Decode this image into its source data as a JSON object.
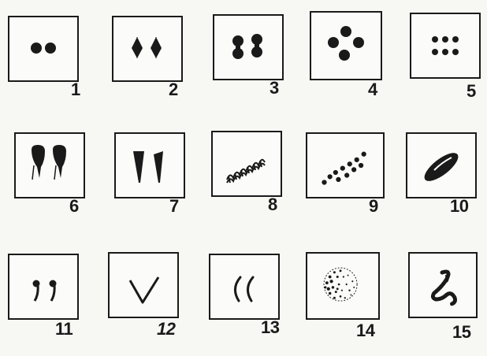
{
  "figures": [
    {
      "label": "1",
      "shape": "two-round-dots"
    },
    {
      "label": "2",
      "shape": "two-diamond-shapes"
    },
    {
      "label": "3",
      "shape": "two-dumbbell-shapes"
    },
    {
      "label": "4",
      "shape": "four-dots-tetrad"
    },
    {
      "label": "5",
      "shape": "six-small-dots"
    },
    {
      "label": "6",
      "shape": "two-club-shapes"
    },
    {
      "label": "7",
      "shape": "two-wedge-shapes"
    },
    {
      "label": "8",
      "shape": "coiled-chromosome"
    },
    {
      "label": "9",
      "shape": "diagonal-dotted-line"
    },
    {
      "label": "10",
      "shape": "elongated-oval"
    },
    {
      "label": "11",
      "shape": "two-comma-shapes"
    },
    {
      "label": "12",
      "shape": "v-shape"
    },
    {
      "label": "13",
      "shape": "two-arcs"
    },
    {
      "label": "14",
      "shape": "stippled-circle"
    },
    {
      "label": "15",
      "shape": "bent-s-shape"
    }
  ],
  "ink_color": "#1a1a1a"
}
